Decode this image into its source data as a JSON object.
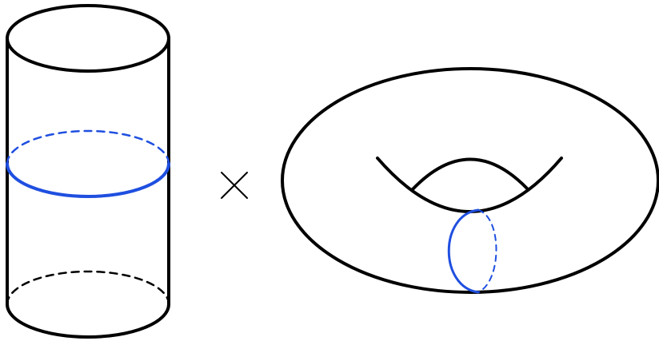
{
  "diagram": {
    "operator_symbol": "×",
    "colors": {
      "outline": "#000000",
      "cycle": "#1f4fe0",
      "background": "#ffffff"
    },
    "shapes": {
      "cylinder": {
        "name": "cylinder",
        "cycle_name": "cylinder-circle-cycle"
      },
      "torus": {
        "name": "torus",
        "cycle_name": "torus-meridian-cycle"
      }
    }
  }
}
